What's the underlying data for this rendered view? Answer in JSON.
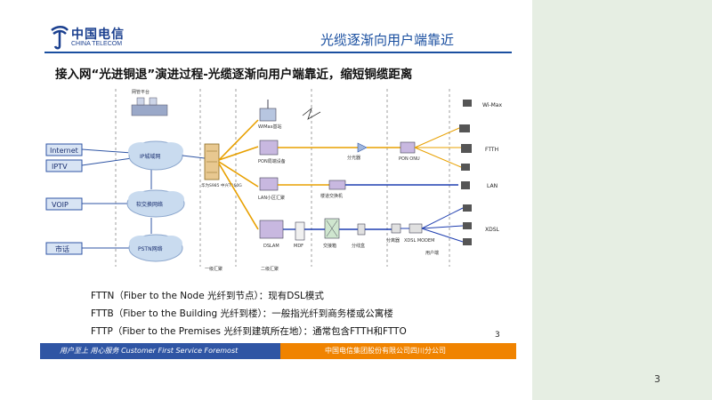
{
  "header": {
    "logo_cn": "中国电信",
    "logo_en": "CHINA TELECOM",
    "title": "光缆逐渐向用户端靠近"
  },
  "subtitle": "接入网“光进铜退”演进过程-光缆逐渐向用户端靠近，缩短铜缆距离",
  "diagram": {
    "services": [
      "Internet",
      "IPTV",
      "VOIP",
      "市话"
    ],
    "clouds": [
      "IP城域网",
      "软交换网络",
      "PSTN网络"
    ],
    "top_label": "网管平台",
    "switch_label": "华为S985\n中兴T160G",
    "nodes": [
      "WiMax基站",
      "PON局端设备",
      "LAN小区汇聚",
      "DSLAM",
      "MDF",
      "交接箱",
      "分线盒",
      "分光器",
      "PON ONU",
      "楼道交换机",
      "分离器",
      "XDSL MODEM"
    ],
    "right_labels": [
      "Wi-Max",
      "FTTH",
      "LAN",
      "XDSL"
    ],
    "bottom_labels": [
      "一级汇聚",
      "二级汇聚",
      "用户端"
    ]
  },
  "notes": [
    "FTTN（Fiber to the Node 光纤到节点）：现有DSL模式",
    "FTTB（Fiber to the Building 光纤到楼）：一般指光纤到商务楼或公寓楼",
    "FTTP（Fiber to the Premises 光纤到建筑所在地）：通常包含FTTH和FTTO"
  ],
  "footer": {
    "left": "用户至上  用心服务  Customer First Service Foremost",
    "right": "中国电信集团股份有限公司四川分公司"
  },
  "slide_page": "3",
  "page_number": "3",
  "colors": {
    "brand_blue": "#2f55a4",
    "brand_orange": "#f08300",
    "fiber_orange": "#e8a000",
    "copper_blue": "#1f3fb0",
    "panel_green": "#e6eee3"
  }
}
